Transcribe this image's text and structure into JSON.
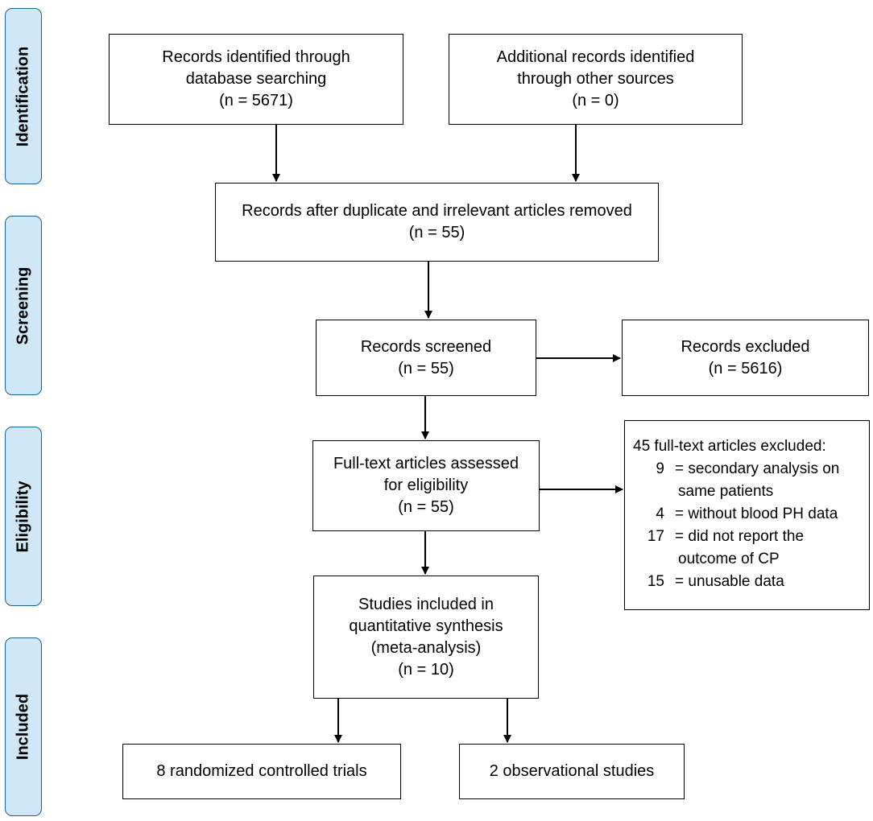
{
  "phases": [
    {
      "label": "Identification"
    },
    {
      "label": "Screening"
    },
    {
      "label": "Eligibility"
    },
    {
      "label": "Included"
    }
  ],
  "boxes": {
    "database": {
      "lines": [
        "Records identified through",
        "database searching",
        "(n = 5671)"
      ]
    },
    "other_sources": {
      "lines": [
        "Additional records identified",
        "through other sources",
        "(n = 0)"
      ]
    },
    "after_duplicates": {
      "lines": [
        "Records after duplicate and irrelevant articles removed",
        "(n = 55)"
      ]
    },
    "screened": {
      "lines": [
        "Records screened",
        "(n = 55)"
      ]
    },
    "excluded": {
      "lines": [
        "Records excluded",
        "(n = 5616)"
      ]
    },
    "full_text": {
      "lines": [
        "Full-text articles assessed",
        "for eligibility",
        "(n = 55)"
      ]
    },
    "included": {
      "lines": [
        "Studies included in",
        "quantitative synthesis",
        "(meta-analysis)",
        "(n = 10)"
      ]
    },
    "rct": {
      "lines": [
        "8 randomized controlled trials"
      ]
    },
    "observational": {
      "lines": [
        "2 observational studies"
      ]
    }
  },
  "fulltext_exclusions": {
    "title": "45 full-text articles excluded:",
    "reasons": [
      {
        "count": "9",
        "text": "= secondary analysis on",
        "continuation": "same patients"
      },
      {
        "count": "4",
        "text": "= without blood PH data"
      },
      {
        "count": "17",
        "text": "= did not report the",
        "continuation": "outcome of CP"
      },
      {
        "count": "15",
        "text": "= unusable data"
      }
    ]
  }
}
